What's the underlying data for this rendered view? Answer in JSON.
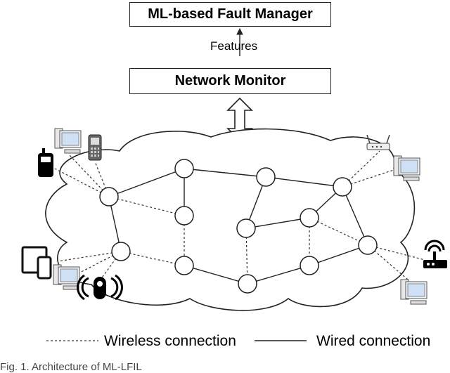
{
  "fault_manager": {
    "label": "ML-based Fault Manager"
  },
  "features": {
    "label": "Features"
  },
  "network_monitor": {
    "label": "Network Monitor"
  },
  "legend": {
    "wireless": "Wireless connection",
    "wired": "Wired connection"
  },
  "caption": {
    "text": "Fig. 1.   Architecture of ML-LFIL"
  },
  "icons": [
    "desktop-computer-icon",
    "mobile-phone-icon",
    "walkie-talkie-icon",
    "tablet-icon",
    "wireless-sensor-icon",
    "wireless-router-icon",
    "access-point-icon"
  ]
}
